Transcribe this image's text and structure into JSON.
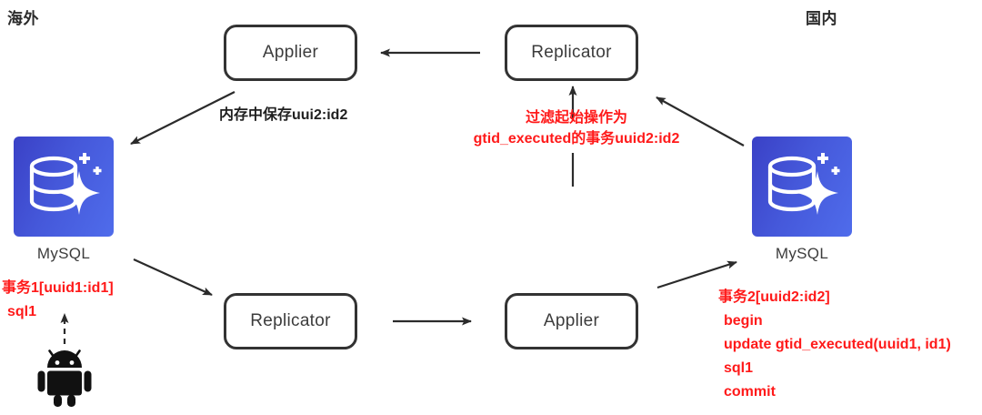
{
  "regions": {
    "overseas_label": "海外",
    "domestic_label": "国内"
  },
  "nodes": {
    "applier_top": "Applier",
    "replicator_top": "Replicator",
    "replicator_bottom": "Replicator",
    "applier_bottom": "Applier",
    "db_left_caption": "MySQL",
    "db_right_caption": "MySQL"
  },
  "annotations": {
    "memory_note": "内存中保存uui2:id2",
    "filter_note_line1": "过滤起始操作为",
    "filter_note_line2": "gtid_executed的事务uuid2:id2",
    "trx1_title": "事务1[uuid1:id1]",
    "trx1_line1": "sql1",
    "trx2_title": "事务2[uuid2:id2]",
    "trx2_line1": "begin",
    "trx2_line2": "update gtid_executed(uuid1, id1)",
    "trx2_line3": "sql1",
    "trx2_line4": "commit"
  },
  "icons": {
    "db_icon_name": "database-sparkle-icon",
    "android_icon_name": "android-robot-icon"
  },
  "colors": {
    "accent_red": "#ff1a1a",
    "box_border": "#333333",
    "db_gradient_start": "#3a41c6",
    "db_gradient_end": "#4f6ceb",
    "text_dark": "#3c3c3c"
  }
}
